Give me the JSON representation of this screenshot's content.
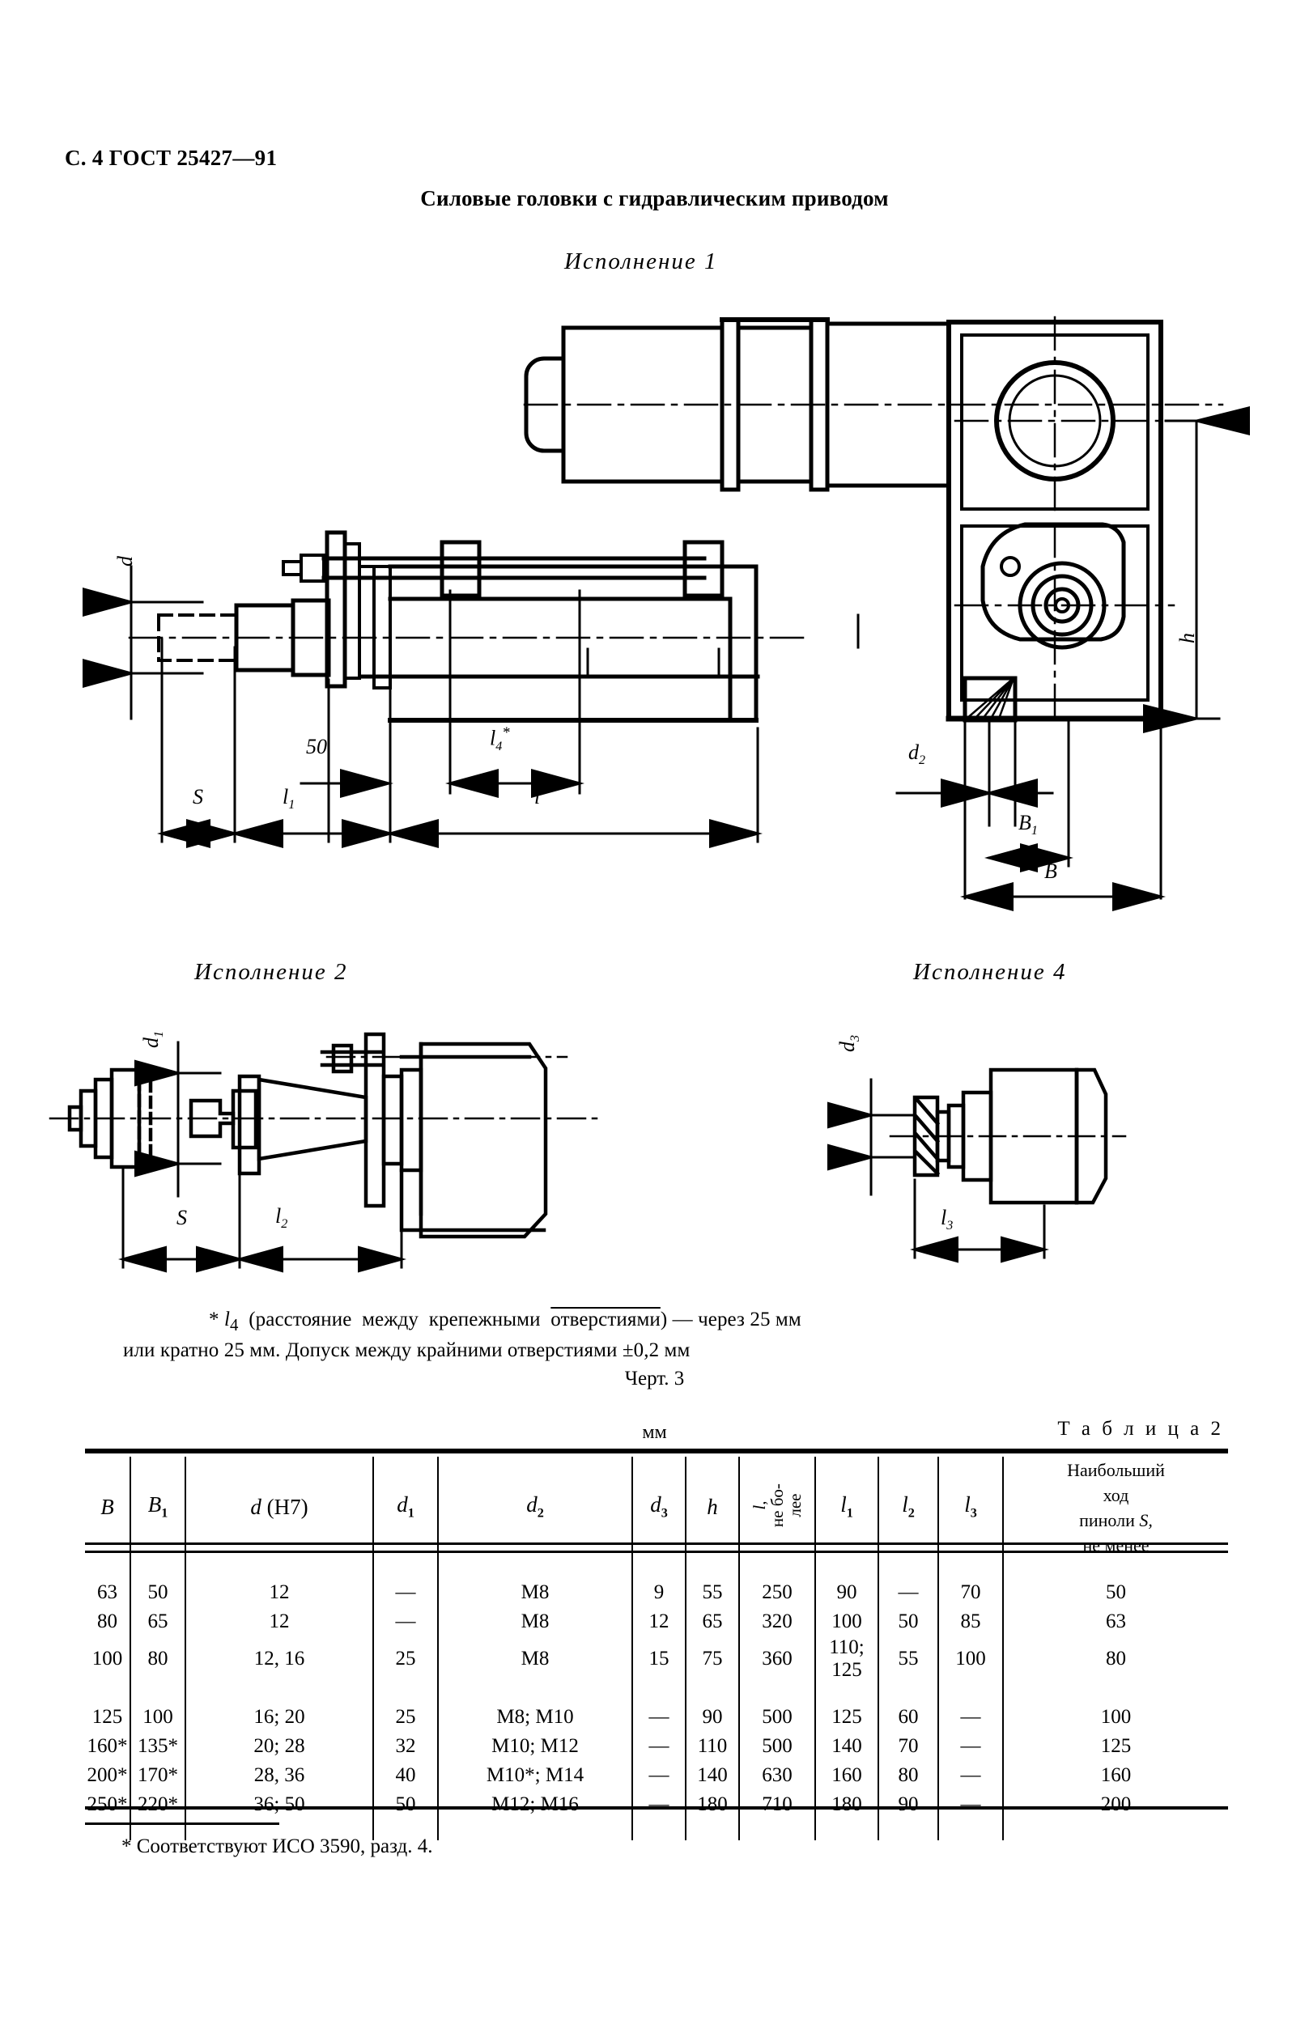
{
  "header": {
    "page_ref": "С. 4 ГОСТ 25427—91",
    "title": "Силовые головки с гидравлическим приводом"
  },
  "figure": {
    "variant_1_label": "Исполнение 1",
    "variant_2_label": "Исполнение 2",
    "variant_4_label": "Исполнение 4",
    "caption": "Черт. 3",
    "note_line_1": "* l4 (расстояние между крепежными отверстиями) — через 25 мм",
    "note_line_2": "или кратно 25 мм. Допуск между крайними отверстиями ±0,2 мм",
    "dimensions": {
      "d": "d",
      "d1": "d1",
      "d2": "d2",
      "d3": "d3",
      "h": "h",
      "B": "B",
      "B1": "B1",
      "S": "S",
      "l": "l",
      "l1": "l1",
      "l2": "l2",
      "l3": "l3",
      "l4_star": "l4*",
      "fixed_50": "50"
    }
  },
  "table": {
    "unit_label": "мм",
    "number_label": "Т а б л и ц а  2",
    "columns": [
      {
        "key": "B",
        "label": "B",
        "sub": ""
      },
      {
        "key": "B1",
        "label": "B",
        "sub": "1"
      },
      {
        "key": "d",
        "label": "d (H7)",
        "sub": ""
      },
      {
        "key": "d1",
        "label": "d",
        "sub": "1"
      },
      {
        "key": "d2",
        "label": "d",
        "sub": "2"
      },
      {
        "key": "d3",
        "label": "d",
        "sub": "3"
      },
      {
        "key": "h",
        "label": "h",
        "sub": ""
      },
      {
        "key": "l",
        "label": "l, не более",
        "sub": ""
      },
      {
        "key": "l1",
        "label": "l",
        "sub": "1"
      },
      {
        "key": "l2",
        "label": "l",
        "sub": "2"
      },
      {
        "key": "l3",
        "label": "l",
        "sub": "3"
      },
      {
        "key": "S",
        "label": "Наибольший ход пиноли S, не менее",
        "sub": ""
      }
    ],
    "header_last_lines": [
      "Наибольший",
      "ход",
      "пиноли S,",
      "не менее"
    ],
    "header_vertical_lines": [
      "l,",
      "не бо-",
      "лее"
    ],
    "group1": [
      {
        "B": "63",
        "B1": "50",
        "d": "12",
        "d1": "—",
        "d2": "M8",
        "d3": "9",
        "h": "55",
        "l": "250",
        "l1": "90",
        "l2": "—",
        "l3": "70",
        "S": "50"
      },
      {
        "B": "80",
        "B1": "65",
        "d": "12",
        "d1": "—",
        "d2": "M8",
        "d3": "12",
        "h": "65",
        "l": "320",
        "l1": "100",
        "l2": "50",
        "l3": "85",
        "S": "63"
      },
      {
        "B": "100",
        "B1": "80",
        "d": "12, 16",
        "d1": "25",
        "d2": "M8",
        "d3": "15",
        "h": "75",
        "l": "360",
        "l1": "110;\n125",
        "l2": "55",
        "l3": "100",
        "S": "80"
      }
    ],
    "group1_l1_row3_second": "125",
    "group2": [
      {
        "B": "125",
        "B1": "100",
        "d": "16; 20",
        "d1": "25",
        "d2": "M8; M10",
        "d3": "—",
        "h": "90",
        "l": "500",
        "l1": "125",
        "l2": "60",
        "l3": "—",
        "S": "100"
      },
      {
        "B": "160*",
        "B1": "135*",
        "d": "20; 28",
        "d1": "32",
        "d2": "M10; M12",
        "d3": "—",
        "h": "110",
        "l": "500",
        "l1": "140",
        "l2": "70",
        "l3": "—",
        "S": "125"
      },
      {
        "B": "200*",
        "B1": "170*",
        "d": "28, 36",
        "d1": "40",
        "d2": "M10*; M14",
        "d3": "—",
        "h": "140",
        "l": "630",
        "l1": "160",
        "l2": "80",
        "l3": "—",
        "S": "160"
      },
      {
        "B": "250*",
        "B1": "220*",
        "d": "36; 50",
        "d1": "50",
        "d2": "M12; M16",
        "d3": "—",
        "h": "180",
        "l": "710",
        "l1": "180",
        "l2": "90",
        "l3": "—",
        "S": "200"
      }
    ],
    "footnote": "* Соответствуют ИСО 3590, разд. 4."
  },
  "colors": {
    "ink": "#000000",
    "paper": "#ffffff"
  }
}
